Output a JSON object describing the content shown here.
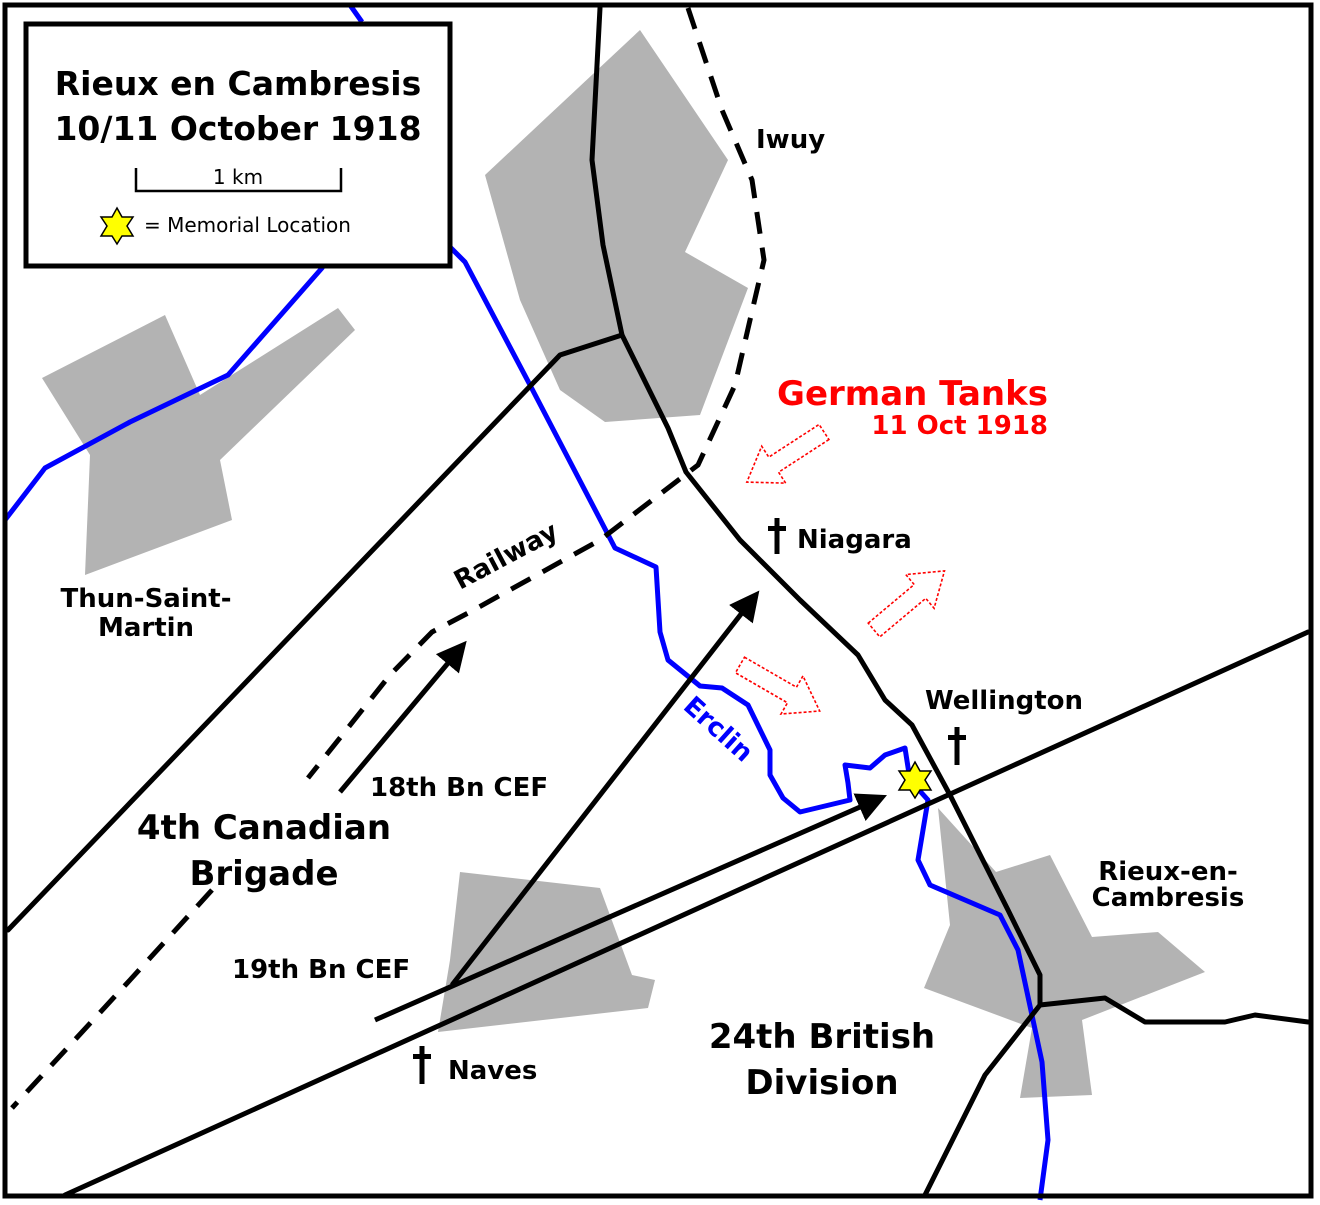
{
  "map": {
    "title_line1": "Rieux en Cambresis",
    "title_line2": "10/11 October 1918",
    "scale_label": "1 km",
    "legend_memorial": "= Memorial Location",
    "colors": {
      "river": "#0000ff",
      "town": "#b3b3b3",
      "tanks": "#ff0000",
      "memorial_star": "#ffff00"
    },
    "labels": {
      "iwuy": "Iwuy",
      "thun_line1": "Thun-Saint-",
      "thun_line2": "Martin",
      "german_tanks": "German Tanks",
      "tanks_date": "11 Oct 1918",
      "niagara": "Niagara",
      "railway": "Railway",
      "wellington": "Wellington",
      "erclin": "Erclin",
      "bn18": "18th Bn CEF",
      "canadian_line1": "4th Canadian",
      "canadian_line2": "Brigade",
      "rieux_line1": "Rieux-en-",
      "rieux_line2": "Cambresis",
      "bn19": "19th Bn CEF",
      "naves": "Naves",
      "british_line1": "24th British",
      "british_line2": "Division"
    },
    "icons": {
      "cemetery": "cross-icon",
      "memorial": "star-icon"
    }
  }
}
